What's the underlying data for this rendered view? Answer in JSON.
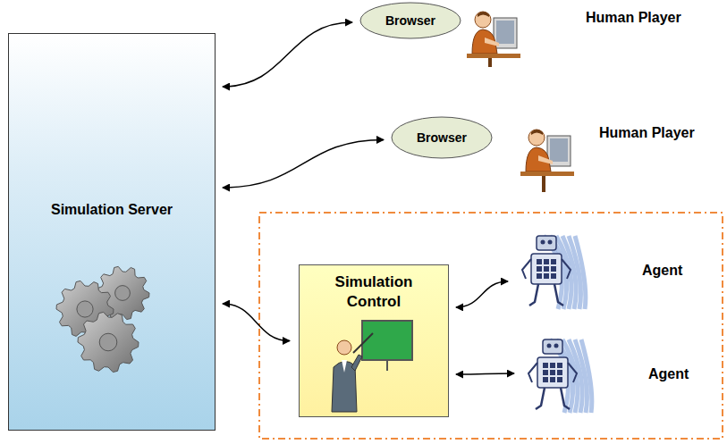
{
  "diagram": {
    "nodes": [
      {
        "text": [
          "Simulation Server"
        ]
      },
      {
        "text": [
          "Browser"
        ]
      },
      {
        "text": [
          "Browser"
        ]
      },
      {
        "text": [
          "Simulation Control"
        ]
      },
      {
        "text": [
          "Agent"
        ]
      },
      {
        "text": [
          "Agent"
        ]
      }
    ],
    "edges": [
      {
        "from": 0,
        "to": 1,
        "arrow": "both"
      },
      {
        "from": 0,
        "to": 2,
        "arrow": "both"
      },
      {
        "from": 0,
        "to": 3,
        "arrow": "both"
      },
      {
        "from": 3,
        "to": 4,
        "arrow": "both"
      },
      {
        "from": 3,
        "to": 5,
        "arrow": "both"
      }
    ],
    "labels": [
      "Human Player",
      "Human Player"
    ]
  }
}
